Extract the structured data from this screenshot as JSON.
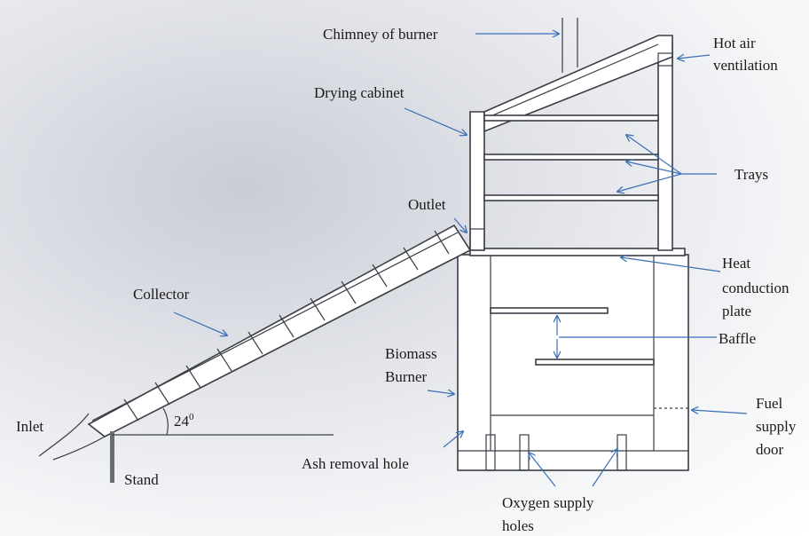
{
  "labels": {
    "chimney": "Chimney of burner",
    "hot_air_1": "Hot air",
    "hot_air_2": "ventilation",
    "drying_cabinet": "Drying cabinet",
    "trays": "Trays",
    "outlet": "Outlet",
    "heat_1": "Heat",
    "heat_2": "conduction",
    "heat_3": "plate",
    "collector": "Collector",
    "baffle": "Baffle",
    "biomass_1": "Biomass",
    "biomass_2": "Burner",
    "fuel_1": "Fuel",
    "fuel_2": "supply",
    "fuel_3": "door",
    "inlet": "Inlet",
    "angle": "24",
    "angle_sup": "0",
    "stand": "Stand",
    "ash": "Ash removal hole",
    "oxygen_1": "Oxygen supply",
    "oxygen_2": "holes"
  },
  "colors": {
    "arrow": "#3b6fb6",
    "outline": "#3a3d45"
  }
}
